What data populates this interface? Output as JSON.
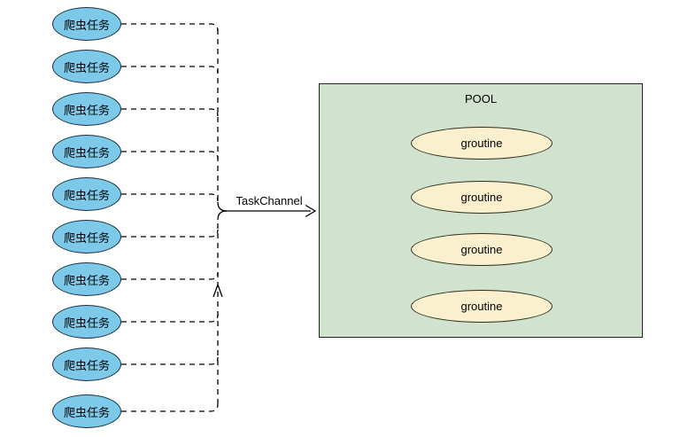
{
  "diagram": {
    "task_nodes": [
      {
        "label": "爬虫任务"
      },
      {
        "label": "爬虫任务"
      },
      {
        "label": "爬虫任务"
      },
      {
        "label": "爬虫任务"
      },
      {
        "label": "爬虫任务"
      },
      {
        "label": "爬虫任务"
      },
      {
        "label": "爬虫任务"
      },
      {
        "label": "爬虫任务"
      },
      {
        "label": "爬虫任务"
      },
      {
        "label": "爬虫任务"
      }
    ],
    "channel": {
      "label": "TaskChannel"
    },
    "pool": {
      "title": "POOL",
      "workers": [
        {
          "label": "groutine"
        },
        {
          "label": "groutine"
        },
        {
          "label": "groutine"
        },
        {
          "label": "groutine"
        }
      ]
    },
    "colors": {
      "task_fill": "#7CC9EA",
      "pool_fill": "#D1E3CF",
      "worker_fill": "#FBF0CE",
      "line": "#000000",
      "background": "#FFFFFF"
    }
  }
}
